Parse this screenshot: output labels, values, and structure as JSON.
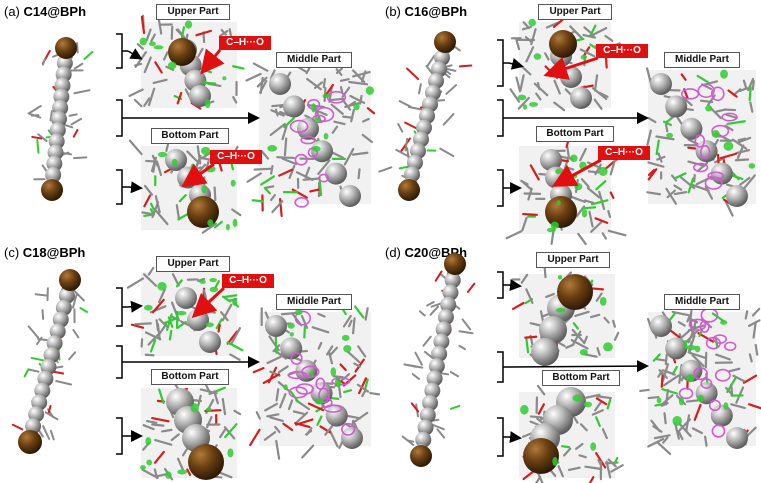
{
  "figure": {
    "panels": [
      {
        "letter": "(a)",
        "name": "C14@BPh",
        "upper": "Upper Part",
        "middle": "Middle Part",
        "bottom": "Bottom Part",
        "tags": [
          "C–H···O",
          "C–H···O"
        ]
      },
      {
        "letter": "(b)",
        "name": "C16@BPh",
        "upper": "Upper Part",
        "middle": "Middle Part",
        "bottom": "Bottom Part",
        "tags": [
          "C–H···O",
          "C–H···O"
        ]
      },
      {
        "letter": "(c)",
        "name": "C18@BPh",
        "upper": "Upper Part",
        "middle": "Middle Part",
        "bottom": "Bottom Part",
        "tags": [
          "C–H···O"
        ]
      },
      {
        "letter": "(d)",
        "name": "C20@BPh",
        "upper": "Upper Part",
        "middle": "Middle Part",
        "bottom": "Bottom Part",
        "tags": []
      }
    ]
  },
  "colors": {
    "terminal_methyl": "#6b3f12",
    "chain_atom": "#b9b9b9",
    "host_frame": "#8a8a8a",
    "oxygen": "#d81c1c",
    "interaction_green": "#2fcc2f",
    "interaction_magenta": "#d35ad3",
    "tag_red": "#e01010"
  }
}
